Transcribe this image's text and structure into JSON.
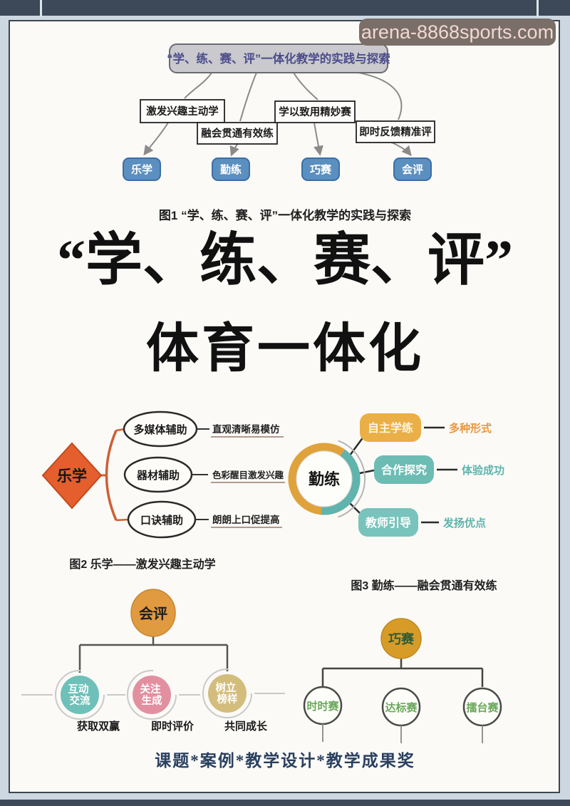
{
  "watermark": {
    "text": "arena-8868sports.com"
  },
  "colors": {
    "bar": "#3d4959",
    "page_bg": "#ccd7e1",
    "card_bg": "#fbfaf7",
    "node_blue": "#5b8fc0",
    "diamond_orange": "#e45f2d",
    "ring_orange": "#e0a23b",
    "teal": "#6cbcb4",
    "pill_orange": "#eaaf46",
    "ellipse_orange": "#e09a40",
    "pink": "#e290a0",
    "tan": "#d3bd7d",
    "gold": "#d79c28",
    "green_text": "#6aa85a",
    "title_purple": "#4d4d8d",
    "footer_navy": "#2a4060"
  },
  "figure1": {
    "title": "“学、练、赛、评”一体化教学的实践与探索",
    "branches": [
      {
        "label": "激发兴趣主动学",
        "node": "乐学"
      },
      {
        "label": "融会贯通有效练",
        "node": "勤练"
      },
      {
        "label": "学以致用精妙赛",
        "node": "巧赛"
      },
      {
        "label": "即时反馈精准评",
        "node": "会评"
      }
    ],
    "caption": "图1  “学、练、赛、评”一体化教学的实践与探索"
  },
  "main_title": {
    "line1": "“学、练、赛、评”",
    "line2": "体育一体化"
  },
  "figure2": {
    "center": "乐学",
    "items": [
      {
        "node": "多媒体辅助",
        "desc": "直观清晰易模仿"
      },
      {
        "node": "器材辅助",
        "desc": "色彩醒目激发兴趣"
      },
      {
        "node": "口诀辅助",
        "desc": "朗朗上口促提高"
      }
    ],
    "caption": "图2  乐学——激发兴趣主动学"
  },
  "figure3": {
    "center": "勤练",
    "items": [
      {
        "node": "自主学练",
        "desc": "多种形式"
      },
      {
        "node": "合作探究",
        "desc": "体验成功"
      },
      {
        "node": "教师引导",
        "desc": "发扬优点"
      }
    ],
    "caption": "图3  勤练——融会贯通有效练"
  },
  "figure4": {
    "center": "会评",
    "items": [
      {
        "line1": "互动",
        "line2": "交流",
        "desc": "获取双赢"
      },
      {
        "line1": "关注",
        "line2": "生成",
        "desc": "即时评价"
      },
      {
        "line1": "树立",
        "line2": "榜样",
        "desc": "共同成长"
      }
    ]
  },
  "figure5": {
    "center": "巧赛",
    "items": [
      {
        "node": "时时赛"
      },
      {
        "node": "达标赛"
      },
      {
        "node": "擂台赛"
      }
    ]
  },
  "footer": {
    "text": "课题*案例*教学设计*教学成果奖"
  }
}
